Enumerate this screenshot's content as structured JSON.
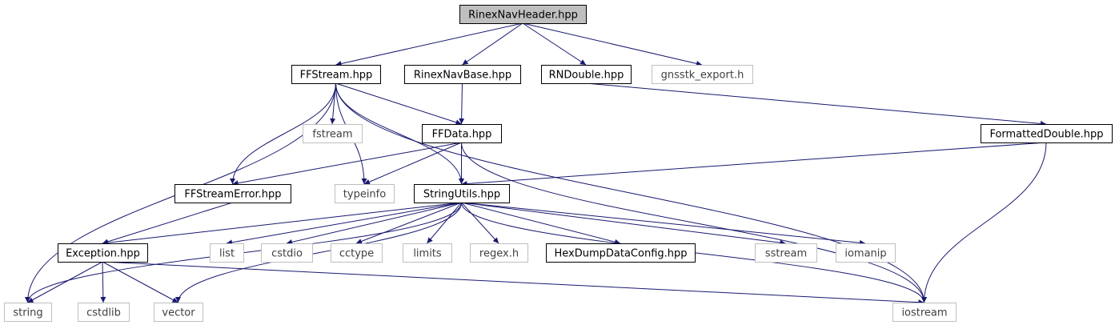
{
  "colors": {
    "edge": "#191970",
    "root_fill": "#bfbfbf",
    "node_border": "#000000",
    "external_border": "#bfbfbf",
    "external_text": "#404040",
    "background": "#ffffff"
  },
  "graph": {
    "nodes": [
      {
        "id": "root",
        "label": "RinexNavHeader.hpp",
        "kind": "root"
      },
      {
        "id": "ffstream",
        "label": "FFStream.hpp",
        "kind": "documented"
      },
      {
        "id": "rinexnavbase",
        "label": "RinexNavBase.hpp",
        "kind": "documented"
      },
      {
        "id": "rndouble",
        "label": "RNDouble.hpp",
        "kind": "documented"
      },
      {
        "id": "gnsstk_export",
        "label": "gnsstk_export.h",
        "kind": "external"
      },
      {
        "id": "fstream",
        "label": "fstream",
        "kind": "external"
      },
      {
        "id": "ffdata",
        "label": "FFData.hpp",
        "kind": "documented"
      },
      {
        "id": "formatteddouble",
        "label": "FormattedDouble.hpp",
        "kind": "documented"
      },
      {
        "id": "ffstreamerror",
        "label": "FFStreamError.hpp",
        "kind": "documented"
      },
      {
        "id": "typeinfo",
        "label": "typeinfo",
        "kind": "external"
      },
      {
        "id": "stringutils",
        "label": "StringUtils.hpp",
        "kind": "documented"
      },
      {
        "id": "exception",
        "label": "Exception.hpp",
        "kind": "documented"
      },
      {
        "id": "list",
        "label": "list",
        "kind": "external"
      },
      {
        "id": "cstdio",
        "label": "cstdio",
        "kind": "external"
      },
      {
        "id": "cctype",
        "label": "cctype",
        "kind": "external"
      },
      {
        "id": "limits",
        "label": "limits",
        "kind": "external"
      },
      {
        "id": "regexh",
        "label": "regex.h",
        "kind": "external"
      },
      {
        "id": "hexdump",
        "label": "HexDumpDataConfig.hpp",
        "kind": "documented"
      },
      {
        "id": "sstream",
        "label": "sstream",
        "kind": "external"
      },
      {
        "id": "iomanip",
        "label": "iomanip",
        "kind": "external"
      },
      {
        "id": "string",
        "label": "string",
        "kind": "external"
      },
      {
        "id": "cstdlib",
        "label": "cstdlib",
        "kind": "external"
      },
      {
        "id": "vector",
        "label": "vector",
        "kind": "external"
      },
      {
        "id": "iostream",
        "label": "iostream",
        "kind": "external"
      }
    ],
    "edges": [
      [
        "root",
        "ffstream"
      ],
      [
        "root",
        "rinexnavbase"
      ],
      [
        "root",
        "rndouble"
      ],
      [
        "root",
        "gnsstk_export"
      ],
      [
        "ffstream",
        "string"
      ],
      [
        "ffstream",
        "ffstreamerror"
      ],
      [
        "ffstream",
        "stringutils"
      ],
      [
        "ffstream",
        "fstream"
      ],
      [
        "ffstream",
        "typeinfo"
      ],
      [
        "ffstream",
        "ffdata"
      ],
      [
        "ffstream",
        "iostream"
      ],
      [
        "rinexnavbase",
        "ffdata"
      ],
      [
        "rndouble",
        "formatteddouble"
      ],
      [
        "ffdata",
        "ffstreamerror"
      ],
      [
        "ffdata",
        "typeinfo"
      ],
      [
        "ffdata",
        "stringutils"
      ],
      [
        "ffdata",
        "iostream"
      ],
      [
        "formatteddouble",
        "stringutils"
      ],
      [
        "formatteddouble",
        "iostream"
      ],
      [
        "ffstreamerror",
        "exception"
      ],
      [
        "stringutils",
        "string"
      ],
      [
        "stringutils",
        "exception"
      ],
      [
        "stringutils",
        "vector"
      ],
      [
        "stringutils",
        "list"
      ],
      [
        "stringutils",
        "cstdio"
      ],
      [
        "stringutils",
        "cctype"
      ],
      [
        "stringutils",
        "limits"
      ],
      [
        "stringutils",
        "regexh"
      ],
      [
        "stringutils",
        "hexdump"
      ],
      [
        "stringutils",
        "sstream"
      ],
      [
        "stringutils",
        "iomanip"
      ],
      [
        "stringutils",
        "iostream"
      ],
      [
        "exception",
        "string"
      ],
      [
        "exception",
        "cstdlib"
      ],
      [
        "exception",
        "vector"
      ],
      [
        "exception",
        "iostream"
      ]
    ]
  }
}
